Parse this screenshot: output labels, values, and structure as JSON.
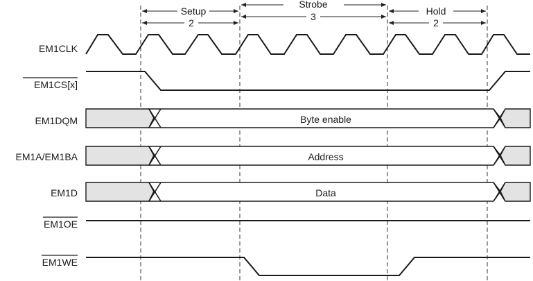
{
  "phases": [
    {
      "name": "Setup",
      "count": "2"
    },
    {
      "name": "Strobe",
      "count": "3"
    },
    {
      "name": "Hold",
      "count": "2"
    }
  ],
  "signals": {
    "clk": "EM1CLK",
    "cs": "EM1CS[x]",
    "dqm": "EM1DQM",
    "addr": "EM1A/EM1BA",
    "data": "EM1D",
    "oe": "EM1OE",
    "we": "EM1WE"
  },
  "bus_labels": {
    "dqm": "Byte enable",
    "addr": "Address",
    "data": "Data"
  }
}
